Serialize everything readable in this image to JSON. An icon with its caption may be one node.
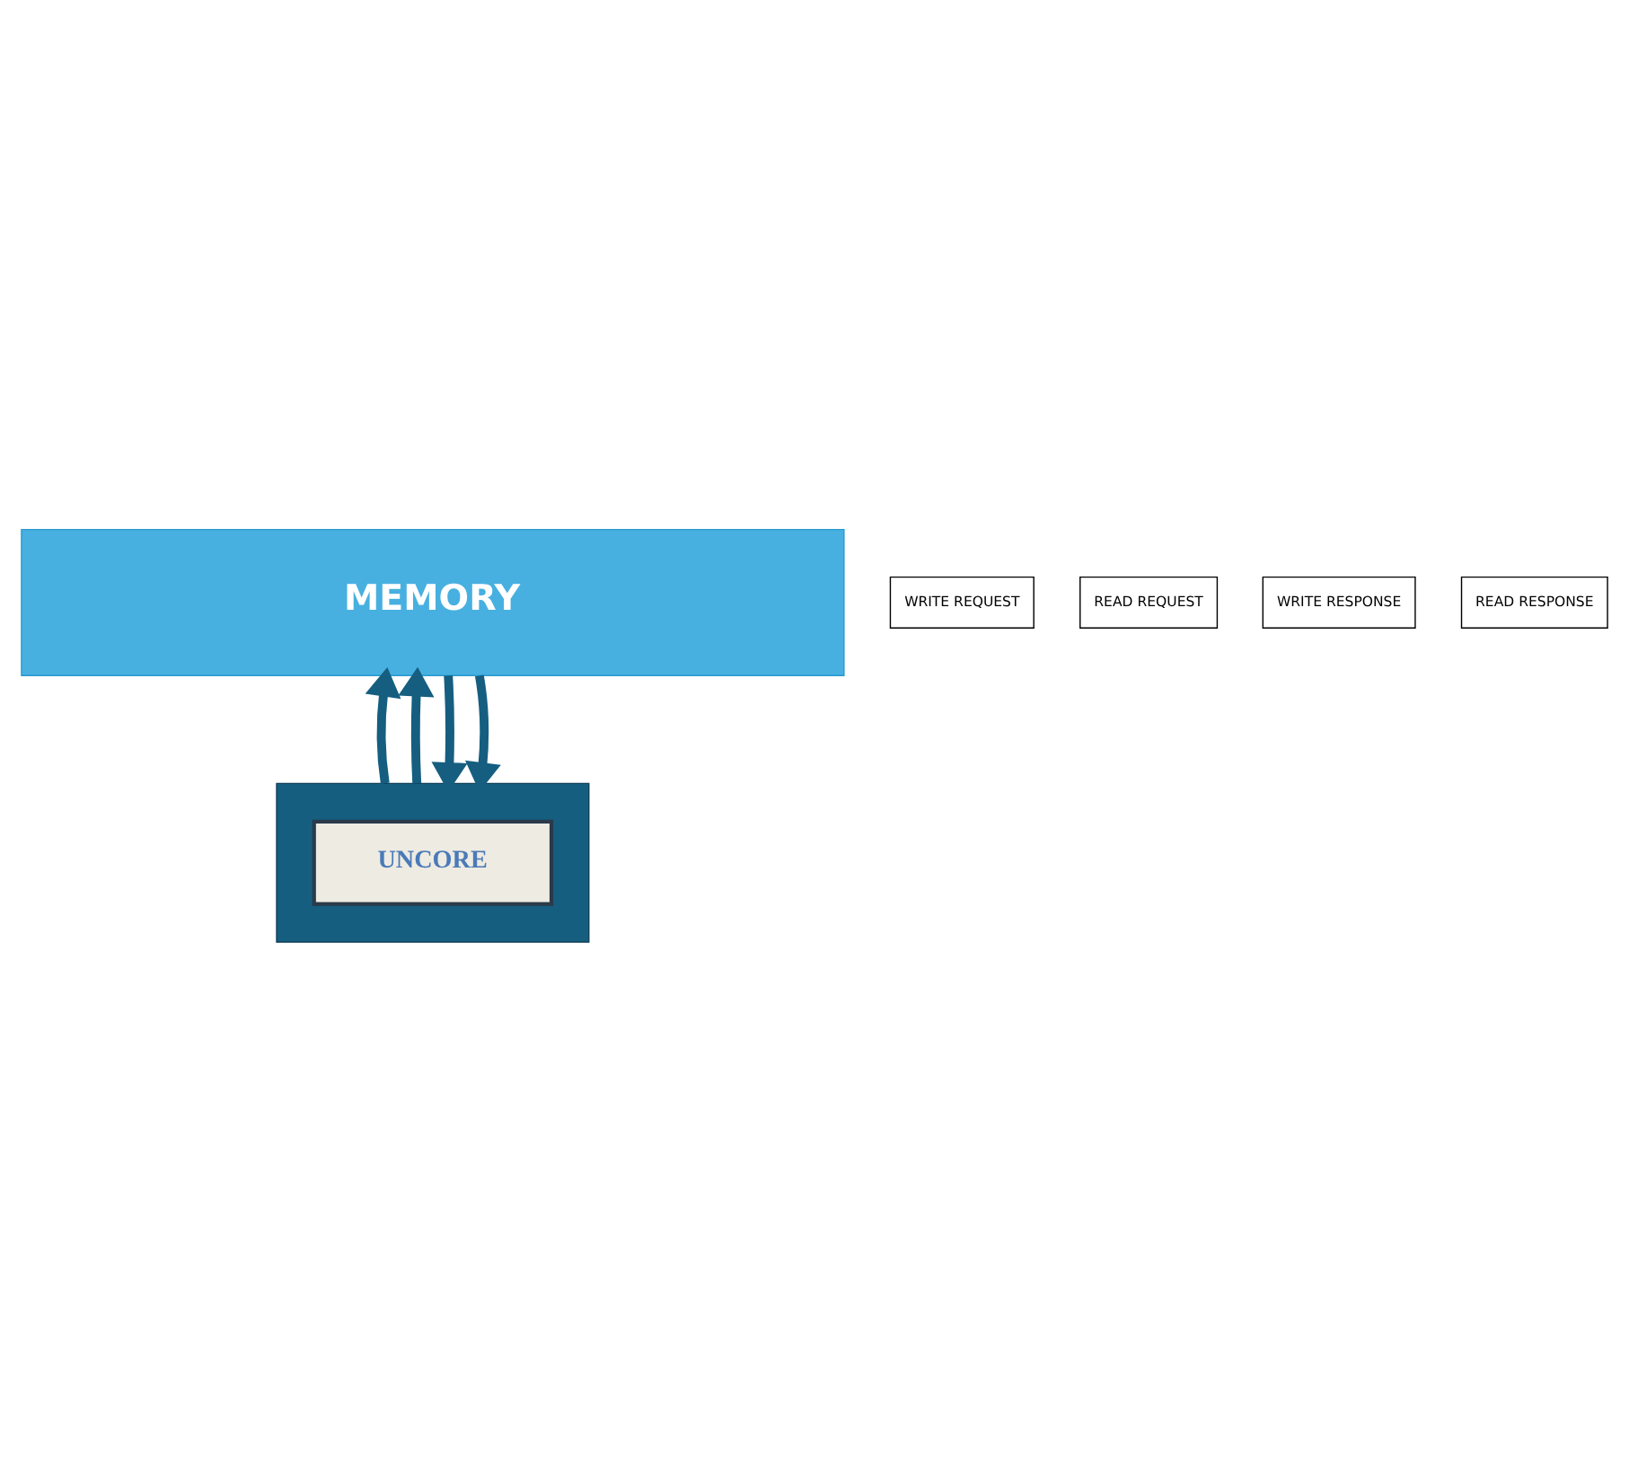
{
  "diagram": {
    "nodes": [
      {
        "text": [
          "MEMORY"
        ]
      },
      {
        "text": [],
        "shape": "box"
      },
      {
        "text": [
          "UNCORE"
        ],
        "in": 1
      },
      {
        "text": [
          "WRITE REQUEST"
        ]
      },
      {
        "text": [
          "READ REQUEST"
        ]
      },
      {
        "text": [
          "WRITE RESPONSE"
        ]
      },
      {
        "text": [
          "READ RESPONSE"
        ]
      }
    ],
    "edges": [
      {
        "from": 1,
        "to": 0,
        "arrow": "to"
      },
      {
        "from": 1,
        "to": 0,
        "arrow": "to"
      },
      {
        "from": 0,
        "to": 1,
        "arrow": "to"
      },
      {
        "from": 0,
        "to": 1,
        "arrow": "to"
      }
    ]
  }
}
